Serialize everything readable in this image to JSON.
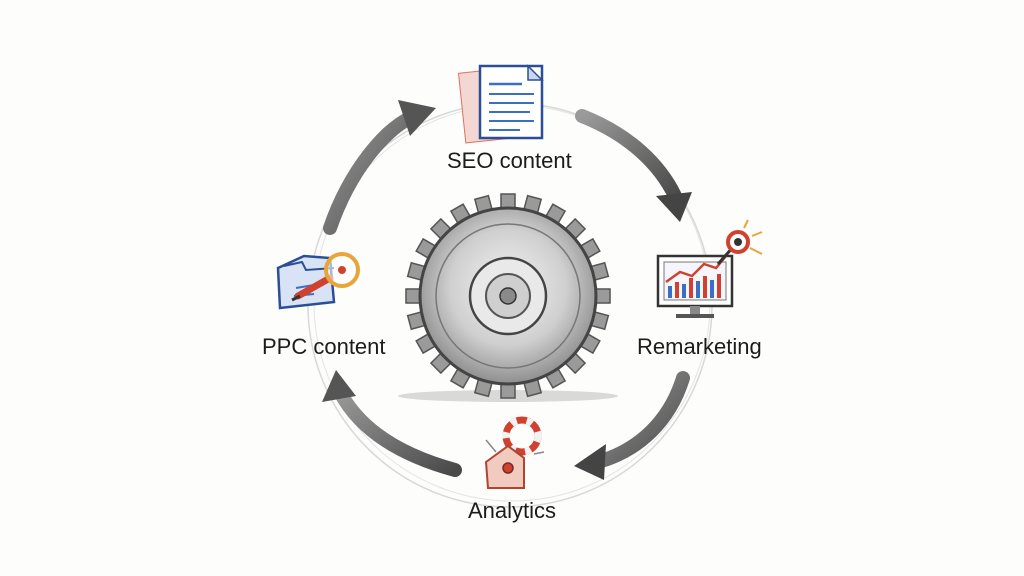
{
  "diagram": {
    "nodes": [
      {
        "id": "seo",
        "label": "SEO content",
        "icon": "document-icon"
      },
      {
        "id": "remarketing",
        "label": "Remarketing",
        "icon": "monitor-chart-icon"
      },
      {
        "id": "analytics",
        "label": "Analytics",
        "icon": "tag-target-icon"
      },
      {
        "id": "ppc",
        "label": "PPC content",
        "icon": "folder-magnifier-icon"
      }
    ],
    "center": {
      "icon": "gear-icon"
    },
    "flow": [
      "seo",
      "remarketing",
      "analytics",
      "ppc",
      "seo"
    ],
    "colors": {
      "ink": "#3a3a3a",
      "blue": "#3b6fc4",
      "red": "#d0412f",
      "orange": "#e8a53a"
    }
  }
}
